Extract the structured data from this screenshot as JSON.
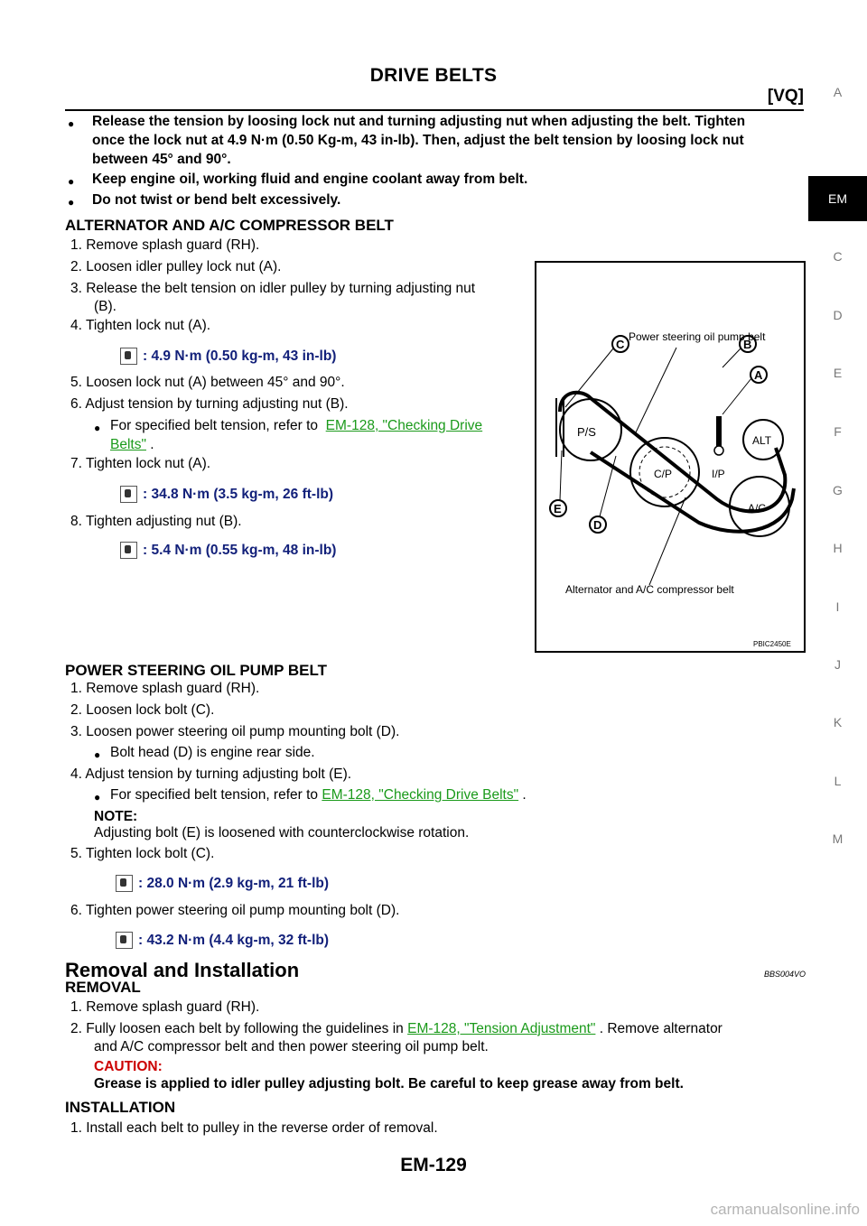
{
  "header": {
    "title": "DRIVE BELTS",
    "subtitle": "[VQ]"
  },
  "side_tabs": [
    "A",
    "EM",
    "C",
    "D",
    "E",
    "F",
    "G",
    "H",
    "I",
    "J",
    "K",
    "L",
    "M"
  ],
  "active_tab": "EM",
  "intro_bullets": [
    "Release the tension by loosing lock nut and turning adjusting nut when adjusting the belt. Tighten",
    "once the lock nut at 4.9 N·m (0.50 Kg-m, 43 in-lb). Then, adjust the belt tension by loosing lock nut",
    "between 45° and 90°.",
    "Keep engine oil, working fluid and engine coolant away from belt.",
    "Do not twist or bend belt excessively."
  ],
  "alt_section": {
    "heading": "ALTERNATOR AND A/C COMPRESSOR BELT",
    "step1": "1. Remove splash guard (RH).",
    "step2": "2. Loosen idler pulley lock nut (A).",
    "step3a": "3. Release the belt tension on idler pulley by turning adjusting nut",
    "step3b": "(B).",
    "step4": "4. Tighten lock nut (A).",
    "spec1": ": 4.9 N·m (0.50 kg-m, 43 in-lb)",
    "step5": "5. Loosen lock nut (A) between 45° and 90°.",
    "step6": "6. Adjust tension by turning adjusting nut (B).",
    "bullet_pre": "For specified belt tension, refer to",
    "link1a": "EM-128, \"Checking Drive",
    "link1b": "Belts\"",
    "bullet_post": " .",
    "step7": "7. Tighten lock nut (A).",
    "spec2": ": 34.8 N·m (3.5 kg-m, 26 ft-lb)",
    "step8": "8. Tighten adjusting nut (B).",
    "spec3": ": 5.4 N·m (0.55 kg-m, 48 in-lb)"
  },
  "figure": {
    "label_top": "Power steering oil pump belt",
    "label_bottom": "Alternator and A/C compressor belt",
    "pulleys": [
      "P/S",
      "C/P",
      "I/P",
      "ALT",
      "A/C"
    ],
    "callouts": [
      "A",
      "B",
      "C",
      "D",
      "E"
    ],
    "code": "PBIC2450E"
  },
  "ps_section": {
    "heading": "POWER STEERING OIL PUMP BELT",
    "step1": "1. Remove splash guard (RH).",
    "step2": "2. Loosen lock bolt (C).",
    "step3": "3. Loosen power steering oil pump mounting bolt (D).",
    "bullet1": "Bolt head (D) is engine rear side.",
    "step4": "4. Adjust tension by turning adjusting bolt (E).",
    "bullet2_pre": "For specified belt tension, refer to",
    "link2": "EM-128, \"Checking Drive Belts\"",
    "bullet2_post": " .",
    "note_label": "NOTE:",
    "note_text": "Adjusting bolt (E) is loosened with counterclockwise rotation.",
    "step5": "5. Tighten lock bolt (C).",
    "spec4": ": 28.0 N·m (2.9 kg-m, 21 ft-lb)",
    "step6": "6. Tighten power steering oil pump mounting bolt (D).",
    "spec5": ": 43.2 N·m (4.4 kg-m, 32 ft-lb)"
  },
  "removal": {
    "title": "Removal and Installation",
    "code": "BBS004VO",
    "heading": "REMOVAL",
    "step1": "1. Remove splash guard (RH).",
    "step2_pre": "2. Fully loosen each belt by following the guidelines in",
    "link3": "EM-128, \"Tension Adjustment\"",
    "step2_post": " . Remove alternator",
    "step2_line2": "and A/C compressor belt and then power steering oil pump belt.",
    "caution_label": "CAUTION:",
    "caution_text": "Grease is applied to idler pulley adjusting bolt. Be careful to keep grease away from belt."
  },
  "installation": {
    "heading": "INSTALLATION",
    "step1": "1. Install each belt to pulley in the reverse order of removal."
  },
  "footer": {
    "page": "EM-129",
    "watermark": "carmanualsonline.info"
  }
}
